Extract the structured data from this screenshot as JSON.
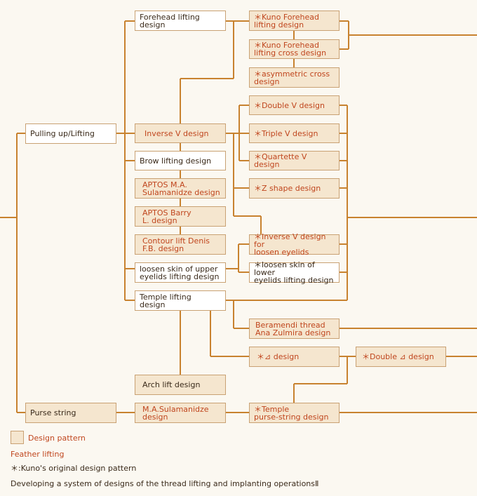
{
  "colors": {
    "line": "#c8822f",
    "box_border": "#c9a173",
    "tan": "#f5e6cf",
    "red_text": "#c0461e",
    "dark_text": "#3a2a1a"
  },
  "nodes": {
    "pulling": "Pulling up/Lifting",
    "purse": "Purse string",
    "forehead": "Forehead lifting\ndesign",
    "inverse_v": "Inverse V design",
    "brow": "Brow lifting design",
    "aptos_ma": "APTOS M.A.\nSulamanidze design",
    "aptos_barry": "APTOS Barry\nL. design",
    "contour": "Contour lift Denis\nF.B. design",
    "loosen_upper": "loosen skin of upper\neyelids lifting design",
    "temple": "Temple lifting\ndesign",
    "arch": "Arch lift design",
    "ma_sulamanidze": "M.A.Sulamanidze\ndesign",
    "kuno_forehead": "＊Kuno Forehead\n  lifting design",
    "kuno_cross": "＊Kuno Forehead\n  lifting cross design",
    "asym_cross": "＊asymmetric cross\n  design",
    "double_v": "＊Double V design",
    "triple_v": "＊Triple V design",
    "quartette_v": "＊Quartette V design",
    "z_shape": "＊Z shape design",
    "inverse_v_loosen": "＊Inverse V design for\n  loosen eyelids",
    "loosen_lower": "＊loosen skin of lower\n  eyelids lifting design",
    "beramendi": "Beramendi thread\nAna Zulmira design",
    "delta": "＊⊿ design",
    "double_delta": "＊Double ⊿ design",
    "temple_purse": "＊Temple\n  purse-string design"
  },
  "legend": {
    "design_pattern": "Design pattern",
    "feather": "Feather lifting",
    "kuno": "＊:Kuno's original  design pattern"
  },
  "caption": "Developing a system of designs of the thread lifting and implanting operationsⅡ"
}
